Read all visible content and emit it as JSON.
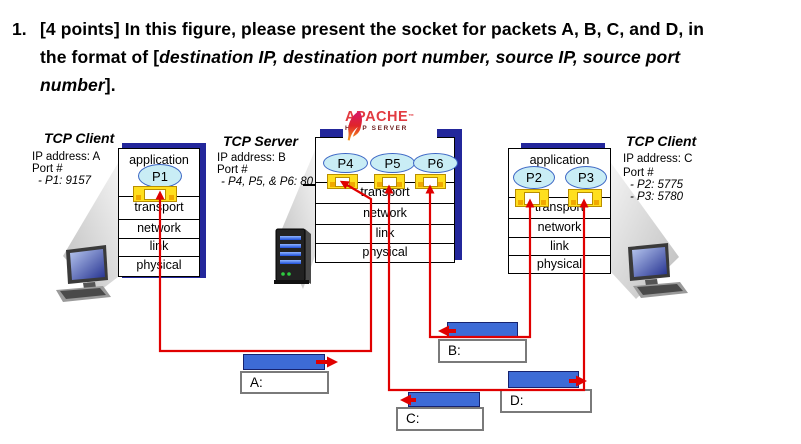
{
  "question": {
    "number": "1.",
    "line1": "[4 points] In this figure, please present the socket for packets A, B, C, and D, in",
    "line2_roman": "the format of [",
    "line2_italic": "destination IP, destination port number, source IP, source port",
    "line3_italic": "number",
    "line3_roman": "]."
  },
  "left_client": {
    "title": "TCP Client",
    "ip": "IP address: A",
    "port_heading": "Port #",
    "port_lines": [
      "- P1: 9157"
    ],
    "processes": [
      "P1"
    ],
    "layers": [
      "application",
      "transport",
      "network",
      "link",
      "physical"
    ]
  },
  "server": {
    "title": "TCP Server",
    "ip": "IP address: B",
    "port_heading": "Port #",
    "port_lines": [
      "- P4, P5, & P6: 80"
    ],
    "processes": [
      "P4",
      "P5",
      "P6"
    ],
    "layers": [
      "transport",
      "network",
      "link",
      "physical"
    ],
    "logo": {
      "name": "APACHE",
      "trademark": "™",
      "subtitle": "HTTP SERVER"
    }
  },
  "right_client": {
    "title": "TCP Client",
    "ip": "IP address: C",
    "port_heading": "Port #",
    "port_lines": [
      "- P2: 5775",
      "- P3: 5780"
    ],
    "processes": [
      "P2",
      "P3"
    ],
    "layers": [
      "application",
      "transport",
      "network",
      "link",
      "physical"
    ]
  },
  "packets": {
    "a": {
      "label": "A:",
      "direction": "right"
    },
    "b": {
      "label": "B:",
      "direction": "left"
    },
    "c": {
      "label": "C:",
      "direction": "left"
    },
    "d": {
      "label": "D:",
      "direction": "right"
    }
  },
  "colors": {
    "packet_blue": "#3D6BD6",
    "connection_red": "#E00000",
    "socket_yellow": "#FFDF1E",
    "process_oval_cyan": "#C9EDF5",
    "shadow_navy": "#23279B",
    "apache_red": "#E23B41"
  }
}
